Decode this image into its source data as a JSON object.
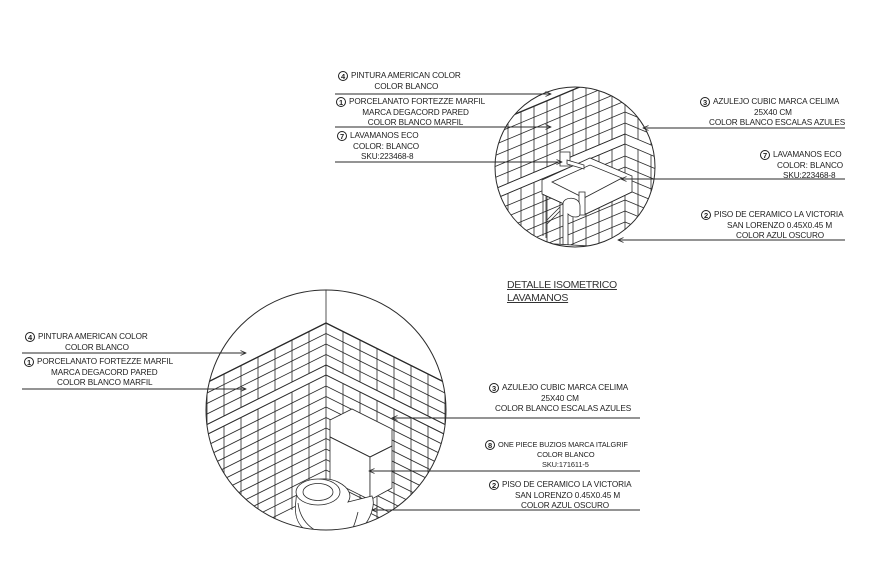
{
  "title": {
    "line1": "DETALLE ISOMETRICO",
    "line2": "LAVAMANOS"
  },
  "sink_detail": {
    "left_labels": [
      {
        "num": "4",
        "lines": [
          "PINTURA AMERICAN COLOR",
          "COLOR BLANCO"
        ]
      },
      {
        "num": "1",
        "lines": [
          "PORCELANATO FORTEZZE MARFIL",
          "MARCA DEGACORD PARED",
          "COLOR BLANCO MARFIL"
        ]
      },
      {
        "num": "7",
        "lines": [
          "LAVAMANOS ECO",
          "COLOR: BLANCO",
          "SKU:223468-8"
        ]
      }
    ],
    "right_labels": [
      {
        "num": "3",
        "lines": [
          "AZULEJO CUBIC MARCA CELIMA",
          "25X40 CM",
          "COLOR BLANCO ESCALAS AZULES"
        ]
      },
      {
        "num": "7",
        "lines": [
          "LAVAMANOS ECO",
          "COLOR: BLANCO",
          "SKU:223468-8"
        ]
      },
      {
        "num": "2",
        "lines": [
          "PISO DE CERAMICO LA VICTORIA",
          "SAN LORENZO 0.45X0.45 M",
          "COLOR AZUL OSCURO"
        ]
      }
    ]
  },
  "toilet_detail": {
    "left_labels": [
      {
        "num": "4",
        "lines": [
          "PINTURA AMERICAN COLOR",
          "COLOR BLANCO"
        ]
      },
      {
        "num": "1",
        "lines": [
          "PORCELANATO FORTEZZE MARFIL",
          "MARCA DEGACORD PARED",
          "COLOR BLANCO MARFIL"
        ]
      }
    ],
    "right_labels": [
      {
        "num": "3",
        "lines": [
          "AZULEJO CUBIC MARCA CELIMA",
          "25X40 CM",
          "COLOR BLANCO ESCALAS AZULES"
        ]
      },
      {
        "num": "8",
        "lines": [
          "ONE PIECE BUZIOS MARCA ITALGRIF",
          "COLOR BLANCO",
          "SKU:171611-5"
        ]
      },
      {
        "num": "2",
        "lines": [
          "PISO DE CERAMICO LA VICTORIA",
          "SAN LORENZO 0.45X0.45 M",
          "COLOR AZUL OSCURO"
        ]
      }
    ]
  },
  "colors": {
    "line": "#2a2a2a",
    "background": "#ffffff"
  }
}
